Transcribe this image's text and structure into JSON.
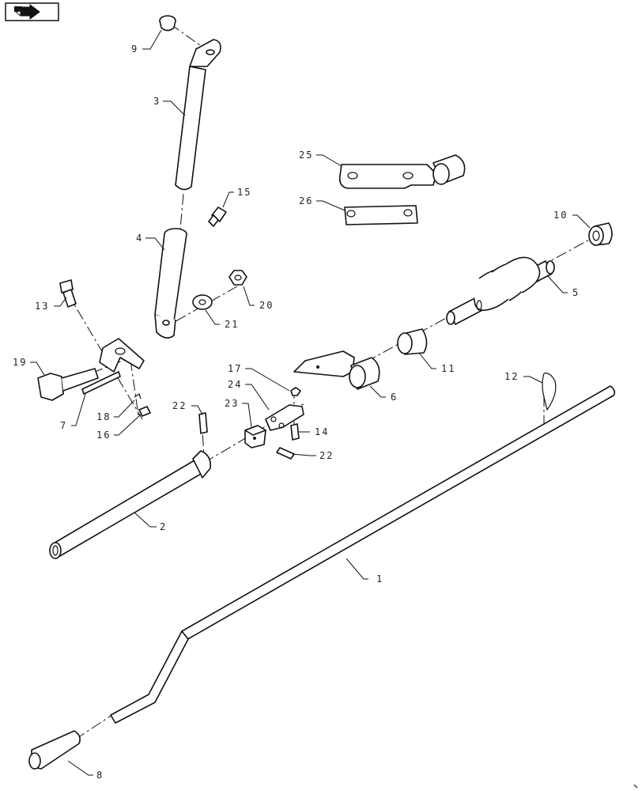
{
  "navigation": {
    "icon": "next-page-icon"
  },
  "callouts": [
    {
      "id": "c1",
      "text": "1"
    },
    {
      "id": "c2",
      "text": "2"
    },
    {
      "id": "c3",
      "text": "3"
    },
    {
      "id": "c4",
      "text": "4"
    },
    {
      "id": "c5",
      "text": "5"
    },
    {
      "id": "c6",
      "text": "6"
    },
    {
      "id": "c7",
      "text": "7"
    },
    {
      "id": "c8",
      "text": "8"
    },
    {
      "id": "c9",
      "text": "9"
    },
    {
      "id": "c10",
      "text": "10"
    },
    {
      "id": "c11",
      "text": "11"
    },
    {
      "id": "c12",
      "text": "12"
    },
    {
      "id": "c13",
      "text": "13"
    },
    {
      "id": "c14",
      "text": "14"
    },
    {
      "id": "c15",
      "text": "15"
    },
    {
      "id": "c16",
      "text": "16"
    },
    {
      "id": "c17",
      "text": "17"
    },
    {
      "id": "c18",
      "text": "18"
    },
    {
      "id": "c19",
      "text": "19"
    },
    {
      "id": "c20",
      "text": "20"
    },
    {
      "id": "c21",
      "text": "21"
    },
    {
      "id": "c22a",
      "text": "22"
    },
    {
      "id": "c22b",
      "text": "22"
    },
    {
      "id": "c23",
      "text": "23"
    },
    {
      "id": "c24",
      "text": "24"
    },
    {
      "id": "c25",
      "text": "25"
    },
    {
      "id": "c26",
      "text": "26"
    }
  ]
}
